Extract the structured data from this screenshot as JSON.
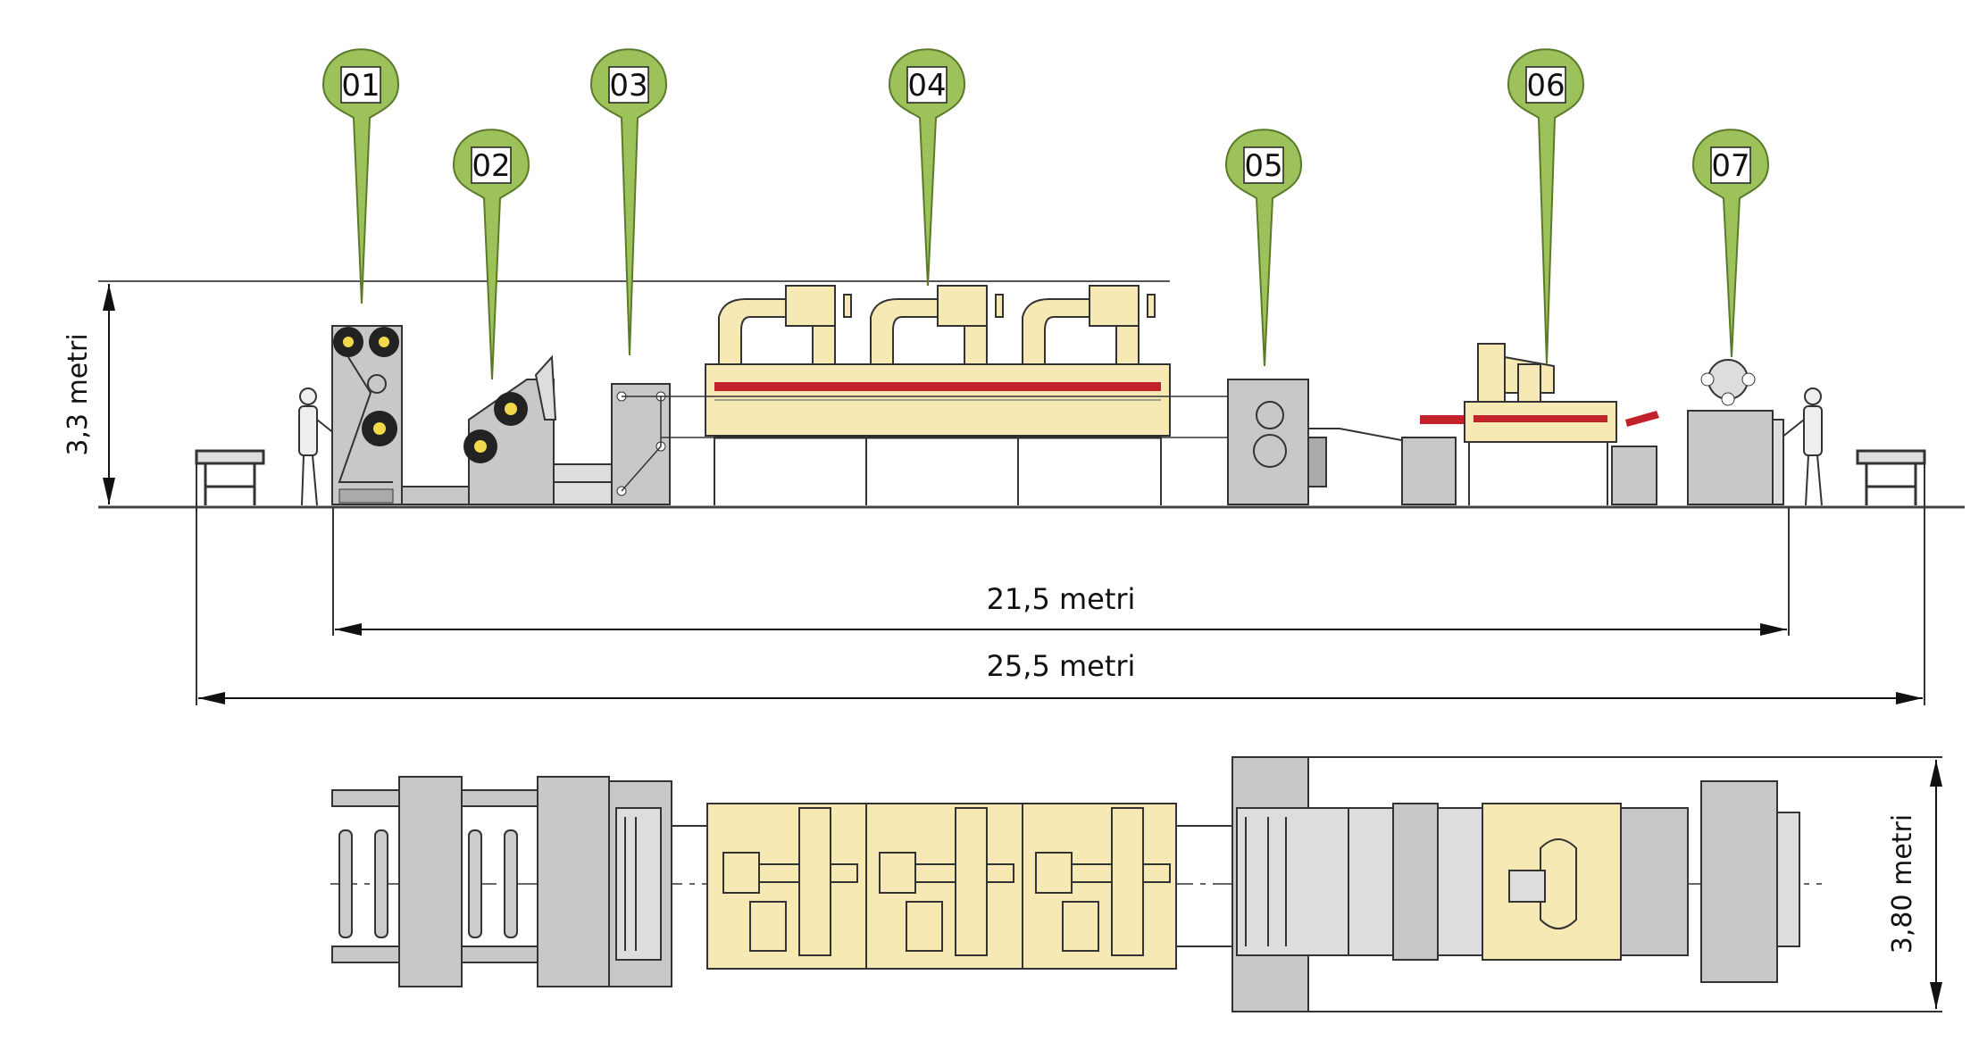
{
  "markers": [
    {
      "label": "01"
    },
    {
      "label": "02"
    },
    {
      "label": "03"
    },
    {
      "label": "04"
    },
    {
      "label": "05"
    },
    {
      "label": "06"
    },
    {
      "label": "07"
    }
  ],
  "dimensions": {
    "height": "3,3 metri",
    "inner_length": "21,5 metri",
    "total_length": "25,5 metri",
    "width": "3,80 metri"
  },
  "colors": {
    "marker_green": "#9dc25b",
    "marker_stroke": "#5b7a2a",
    "machine_gray": "#c8c8c8",
    "oven_cream": "#f7e9b4",
    "heater_red": "#c2222b",
    "line": "#333333"
  }
}
